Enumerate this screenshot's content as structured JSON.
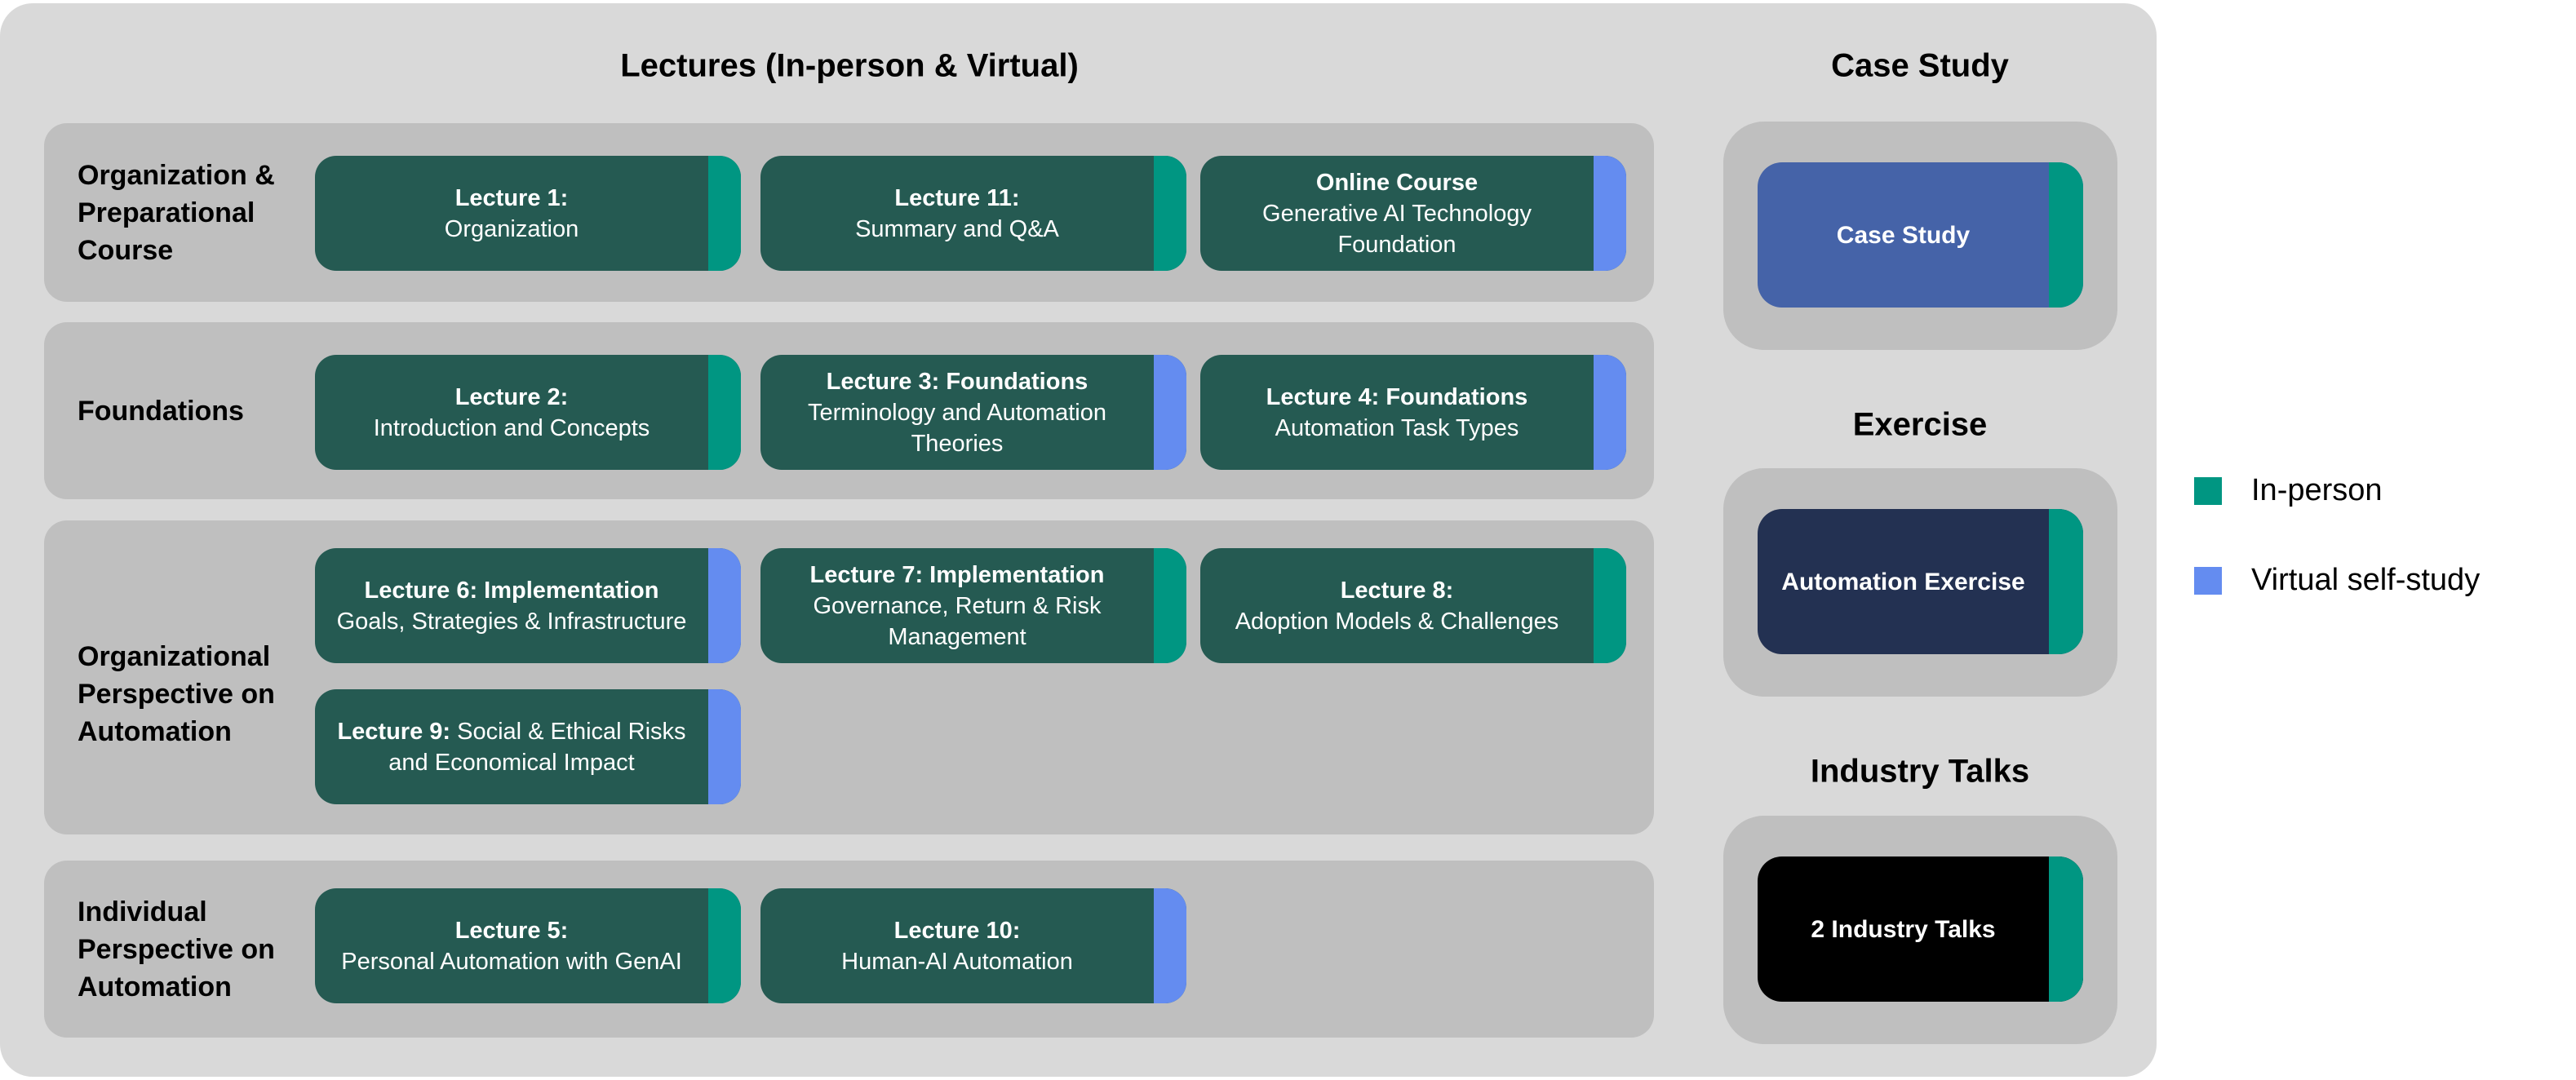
{
  "colors": {
    "in_person": "#009682",
    "virtual": "#648cf0",
    "lecture_card": "#255a52",
    "case_study": "#4563a8",
    "exercise": "#233152",
    "industry": "#000000"
  },
  "lectures_header": "Lectures (In-person & Virtual)",
  "rows": [
    {
      "label": "Organization & Preparational Course",
      "cards": [
        {
          "title": "Lecture 1:",
          "body": "Organization",
          "mode": "in_person"
        },
        {
          "title": "Lecture 11:",
          "body": "Summary and Q&A",
          "mode": "in_person"
        },
        {
          "title": "Online Course",
          "body": "Generative AI Technology Foundation",
          "mode": "virtual"
        }
      ]
    },
    {
      "label": "Foundations",
      "cards": [
        {
          "title": "Lecture 2:",
          "body": "Introduction and Concepts",
          "mode": "in_person"
        },
        {
          "title": "Lecture 3: Foundations",
          "body": "Terminology and Automation Theories",
          "mode": "virtual"
        },
        {
          "title": "Lecture 4: Foundations",
          "body": "Automation Task Types",
          "mode": "virtual"
        }
      ]
    },
    {
      "label": "Organizational Perspective on Automation",
      "cards": [
        {
          "title": "Lecture 6: Implementation",
          "body": "Goals, Strategies & Infrastructure",
          "mode": "virtual"
        },
        {
          "title": "Lecture 7: Implementation",
          "body": "Governance, Return & Risk Management",
          "mode": "in_person"
        },
        {
          "title": "Lecture 8:",
          "body": "Adoption Models & Challenges",
          "mode": "in_person"
        },
        {
          "title": "Lecture 9:",
          "body": "Social & Ethical Risks and Economical Impact",
          "mode": "virtual",
          "inline": true
        }
      ]
    },
    {
      "label": "Individual Perspective on Automation",
      "cards": [
        {
          "title": "Lecture 5:",
          "body": "Personal Automation with GenAI",
          "mode": "in_person"
        },
        {
          "title": "Lecture 10:",
          "body": "Human-AI Automation",
          "mode": "virtual"
        }
      ]
    }
  ],
  "side_sections": [
    {
      "header": "Case Study",
      "card": "Case Study",
      "color_key": "case_study",
      "mode": "in_person"
    },
    {
      "header": "Exercise",
      "card": "Automation Exercise",
      "color_key": "exercise",
      "mode": "in_person"
    },
    {
      "header": "Industry Talks",
      "card": "2 Industry Talks",
      "color_key": "industry",
      "mode": "in_person"
    }
  ],
  "legend": [
    {
      "label": "In-person",
      "mode": "in_person"
    },
    {
      "label": "Virtual self-study",
      "mode": "virtual"
    }
  ]
}
